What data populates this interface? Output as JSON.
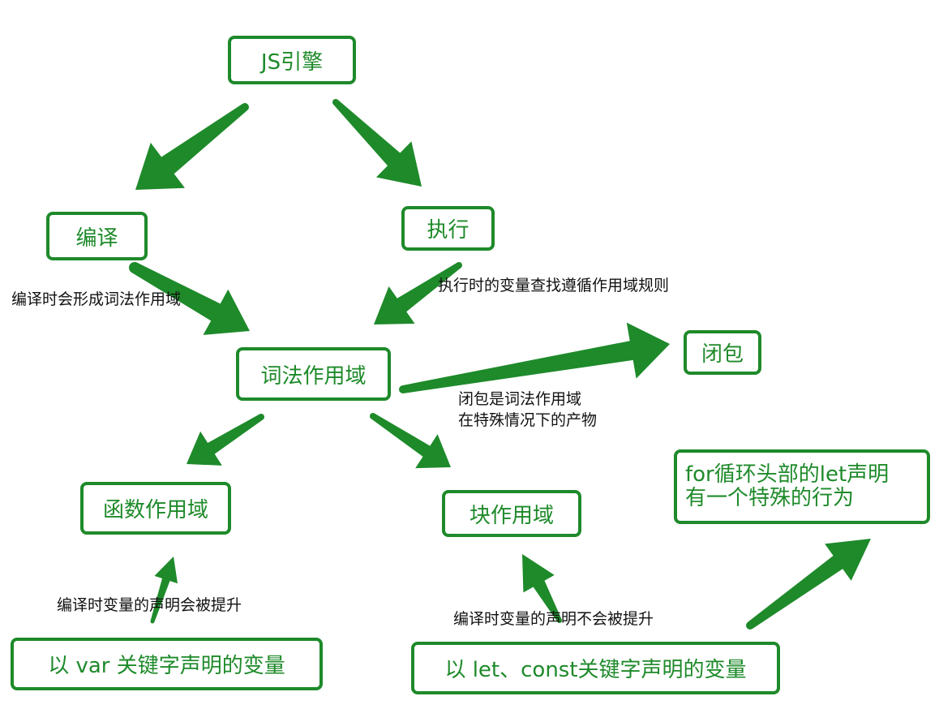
{
  "diagram": {
    "accent_color": "#1e8a2a",
    "label_color": "#111111",
    "nodes": {
      "js_engine": "JS引擎",
      "compile": "编译",
      "execute": "执行",
      "lexical_scope": "词法作用域",
      "closure": "闭包",
      "function_scope": "函数作用域",
      "block_scope": "块作用域",
      "for_loop_let": {
        "line1": "for循环头部的let声明",
        "line2": "有一个特殊的行为"
      },
      "var_declaration": "以 var 关键字声明的变量",
      "let_const_declaration": "以 let、const关键字声明的变量"
    },
    "edge_labels": {
      "compile_to_lexical": "编译时会形成词法作用域",
      "execute_to_lexical": "执行时的变量查找遵循作用域规则",
      "closure_note": {
        "line1": "闭包是词法作用域",
        "line2": "在特殊情况下的产物"
      },
      "var_hoisted": "编译时变量的声明会被提升",
      "let_not_hoisted": "编译时变量的声明不会被提升"
    },
    "edges": [
      {
        "from": "JS引擎",
        "to": "编译"
      },
      {
        "from": "JS引擎",
        "to": "执行"
      },
      {
        "from": "编译",
        "to": "词法作用域"
      },
      {
        "from": "执行",
        "to": "词法作用域"
      },
      {
        "from": "词法作用域",
        "to": "闭包"
      },
      {
        "from": "词法作用域",
        "to": "函数作用域"
      },
      {
        "from": "词法作用域",
        "to": "块作用域"
      },
      {
        "from": "以 var 关键字声明的变量",
        "to": "函数作用域"
      },
      {
        "from": "以 let、const关键字声明的变量",
        "to": "块作用域"
      },
      {
        "from": "以 let、const关键字声明的变量",
        "to": "for循环头部的let声明"
      }
    ]
  }
}
